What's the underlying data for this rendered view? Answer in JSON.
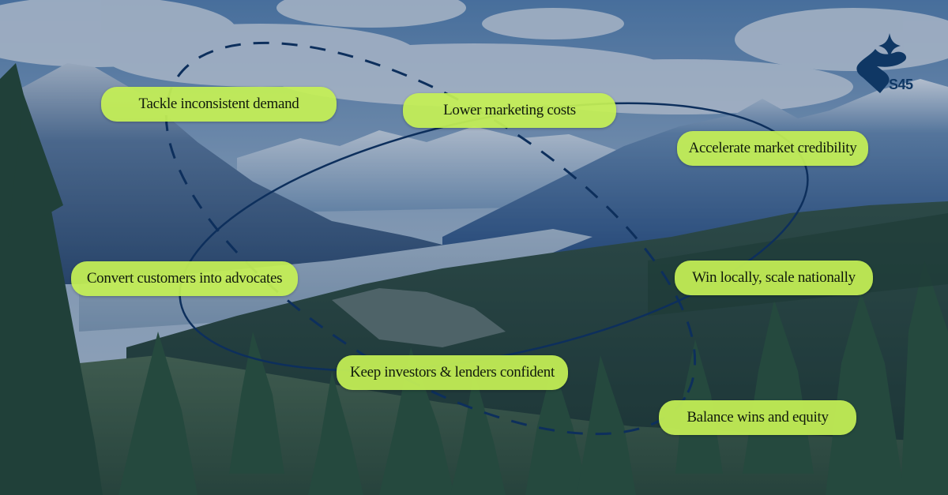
{
  "brand": {
    "logo_text": "S45",
    "logo_icon": "s45-sparkle-heart-logo-icon",
    "color": "#0f3764"
  },
  "diagram": {
    "type": "orbit-diagram",
    "accent_pill_color": "#c5f055",
    "line_color": "#0d2f5c",
    "orbits": [
      {
        "style": "dashed",
        "label": "dashed-orbit"
      },
      {
        "style": "solid",
        "label": "solid-orbit"
      }
    ],
    "nodes": [
      {
        "label": "Tackle inconsistent demand"
      },
      {
        "label": "Lower marketing costs"
      },
      {
        "label": "Accelerate market credibility"
      },
      {
        "label": "Convert customers into advocates"
      },
      {
        "label": "Win locally, scale nationally"
      },
      {
        "label": "Keep investors & lenders confident"
      },
      {
        "label": "Balance wins and equity"
      }
    ]
  },
  "background": {
    "description": "mountain valley landscape with evergreen forest, blue-tinted overlay"
  }
}
